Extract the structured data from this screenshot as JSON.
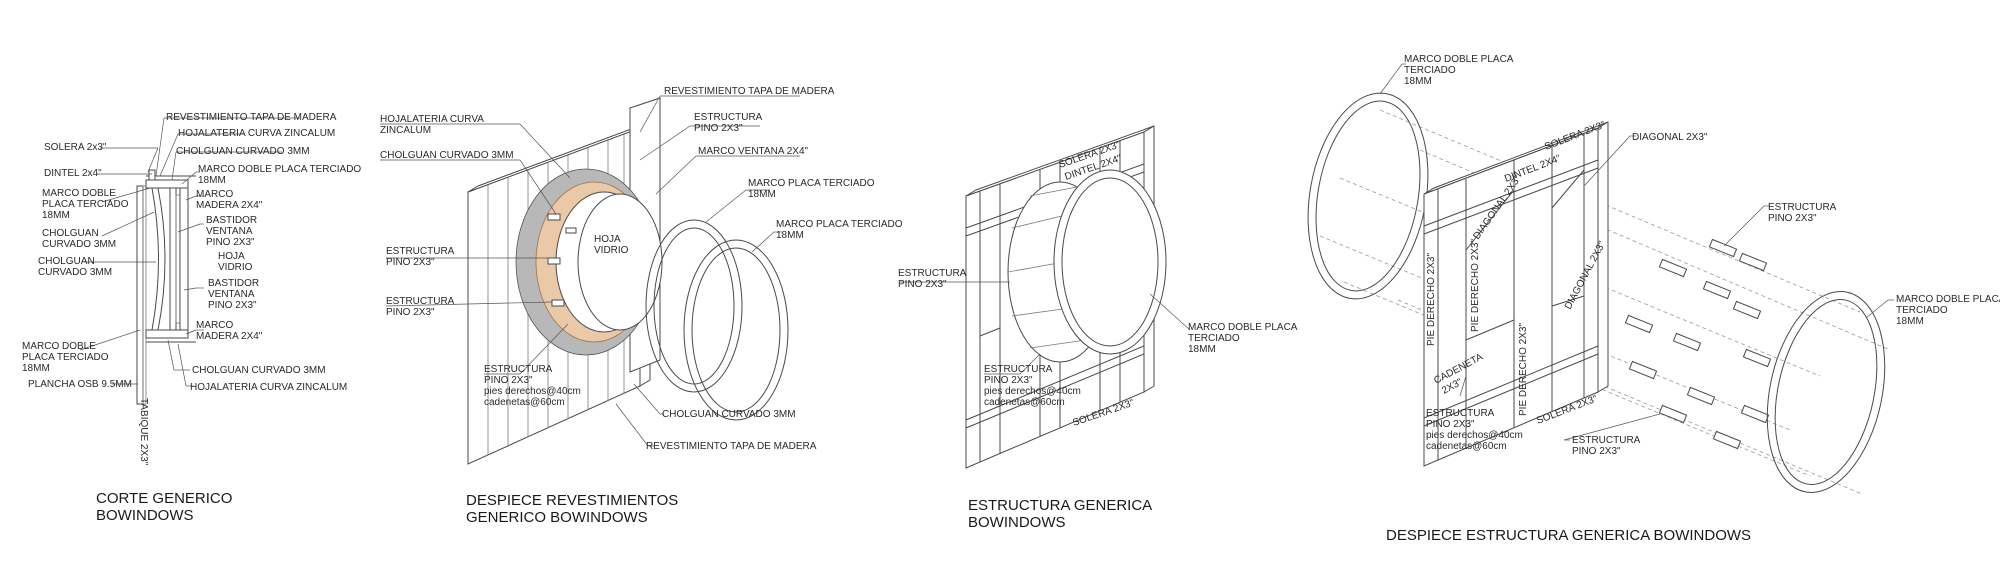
{
  "titles": {
    "corte_1": "CORTE GENERICO",
    "corte_2": "BOWINDOWS",
    "despiece_rev_1": "DESPIECE REVESTIMIENTOS",
    "despiece_rev_2": "GENERICO BOWINDOWS",
    "estructura_1": "ESTRUCTURA GENERICA",
    "estructura_2": "BOWINDOWS",
    "despiece_est": "DESPIECE ESTRUCTURA GENERICA BOWINDOWS"
  },
  "corte": {
    "revestimiento": "REVESTIMIENTO TAPA DE MADERA",
    "hojalateria_curva": "HOJALATERIA CURVA ZINCALUM",
    "solera": "SOLERA 2x3\"",
    "cholguan_top": "CHOLGUAN CURVADO 3MM",
    "dintel": "DINTEL 2x4\"",
    "marco_doble_1": "MARCO DOBLE PLACA TERCIADO",
    "marco_doble_2": "18MM",
    "marco_doble_left_1": "MARCO DOBLE",
    "marco_doble_left_2": "PLACA TERCIADO",
    "marco_doble_left_3": "18MM",
    "marco_madera_1": "MARCO",
    "marco_madera_2": "MADERA 2X4\"",
    "cholguan_left_1": "CHOLGUAN",
    "cholguan_left_2": "CURVADO 3MM",
    "bastidor_1": "BASTIDOR",
    "bastidor_2": "VENTANA",
    "bastidor_3": "PINO 2X3\"",
    "cholguan_left2_1": "CHOLGUAN",
    "cholguan_left2_2": "CURVADO 3MM",
    "hoja_1": "HOJA",
    "hoja_2": "VIDRIO",
    "bastidor2_1": "BASTIDOR",
    "bastidor2_2": "VENTANA",
    "bastidor2_3": "PINO 2X3\"",
    "marco_madera2_1": "MARCO",
    "marco_madera2_2": "MADERA 2X4\"",
    "marco_bottom_1": "MARCO DOBLE",
    "marco_bottom_2": "PLACA TERCIADO",
    "marco_bottom_3": "18MM",
    "cholguan_bottom": "CHOLGUAN CURVADO 3MM",
    "plancha": "PLANCHA OSB 9.5MM",
    "hojalateria_bottom": "HOJALATERIA CURVA ZINCALUM",
    "tabique": "TABIQUE 2X3\""
  },
  "despiece_rev": {
    "hojalateria_1": "HOJALATERIA CURVA",
    "hojalateria_2": "ZINCALUM",
    "revestimiento_top": "REVESTIMIENTO TAPA DE MADERA",
    "estructura_top_1": "ESTRUCTURA",
    "estructura_top_2": "PINO 2X3\"",
    "cholguan": "CHOLGUAN CURVADO 3MM",
    "marco_ventana": "MARCO VENTANA 2X4\"",
    "marco_placa_1": "MARCO PLACA TERCIADO",
    "marco_placa_2": "18MM",
    "marco_placa2_1": "MARCO PLACA TERCIADO",
    "marco_placa2_2": "18MM",
    "hoja_1": "HOJA",
    "hoja_2": "VIDRIO",
    "estructura_a_1": "ESTRUCTURA",
    "estructura_a_2": "PINO 2X3\"",
    "estructura_b_1": "ESTRUCTURA",
    "estructura_b_2": "PINO 2X3\"",
    "estructura_c_1": "ESTRUCTURA",
    "estructura_c_2": "PINO 2X3\"",
    "estructura_c_3": "pies derechos@40cm",
    "estructura_c_4": "cadenetas@60cm",
    "cholguan_bottom": "CHOLGUAN CURVADO 3MM",
    "revestimiento_bottom": "REVESTIMIENTO TAPA DE MADERA"
  },
  "estructura": {
    "solera_top": "SOLERA 2X3\"",
    "dintel": "DINTEL 2X4\"",
    "estructura_1": "ESTRUCTURA",
    "estructura_2": "PINO 2X3\"",
    "marco_1": "MARCO DOBLE PLACA",
    "marco_2": "TERCIADO",
    "marco_3": "18MM",
    "estructura_b_1": "ESTRUCTURA",
    "estructura_b_2": "PINO 2X3\"",
    "estructura_b_3": "pies derechos@40cm",
    "estructura_b_4": "cadenetas@60cm",
    "solera_bottom": "SOLERA 2X3\""
  },
  "despiece_est": {
    "marco_top_1": "MARCO DOBLE PLACA",
    "marco_top_2": "TERCIADO",
    "marco_top_3": "18MM",
    "solera_top": "SOLERA 2X3\"",
    "diagonal_top": "DIAGONAL 2X3\"",
    "dintel": "DINTEL 2X4\"",
    "diagonal_a": "DIAGONAL 2X3\"",
    "pie_derecho_a": "PIE DERECHO 2X3\"",
    "pie_derecho_b": "PIE DERECHO 2X3\"",
    "pie_derecho_c": "PIE DERECHO 2X3\"",
    "diagonal_b": "DIAGONAL 2X3\"",
    "estructura_right_1": "ESTRUCTURA",
    "estructura_right_2": "PINO 2X3\"",
    "marco_right_1": "MARCO DOBLE PLACA",
    "marco_right_2": "TERCIADO",
    "marco_right_3": "18MM",
    "cadeneta_1": "CADENETA",
    "cadeneta_2": "2X3\"",
    "estructura_bl_1": "ESTRUCTURA",
    "estructura_bl_2": "PINO 2X3\"",
    "estructura_bl_3": "pies derechos@40cm",
    "estructura_bl_4": "cadenetas@60cm",
    "solera_bottom": "SOLERA 2X3\"",
    "estructura_bottom_1": "ESTRUCTURA",
    "estructura_bottom_2": "PINO 2X3\""
  }
}
